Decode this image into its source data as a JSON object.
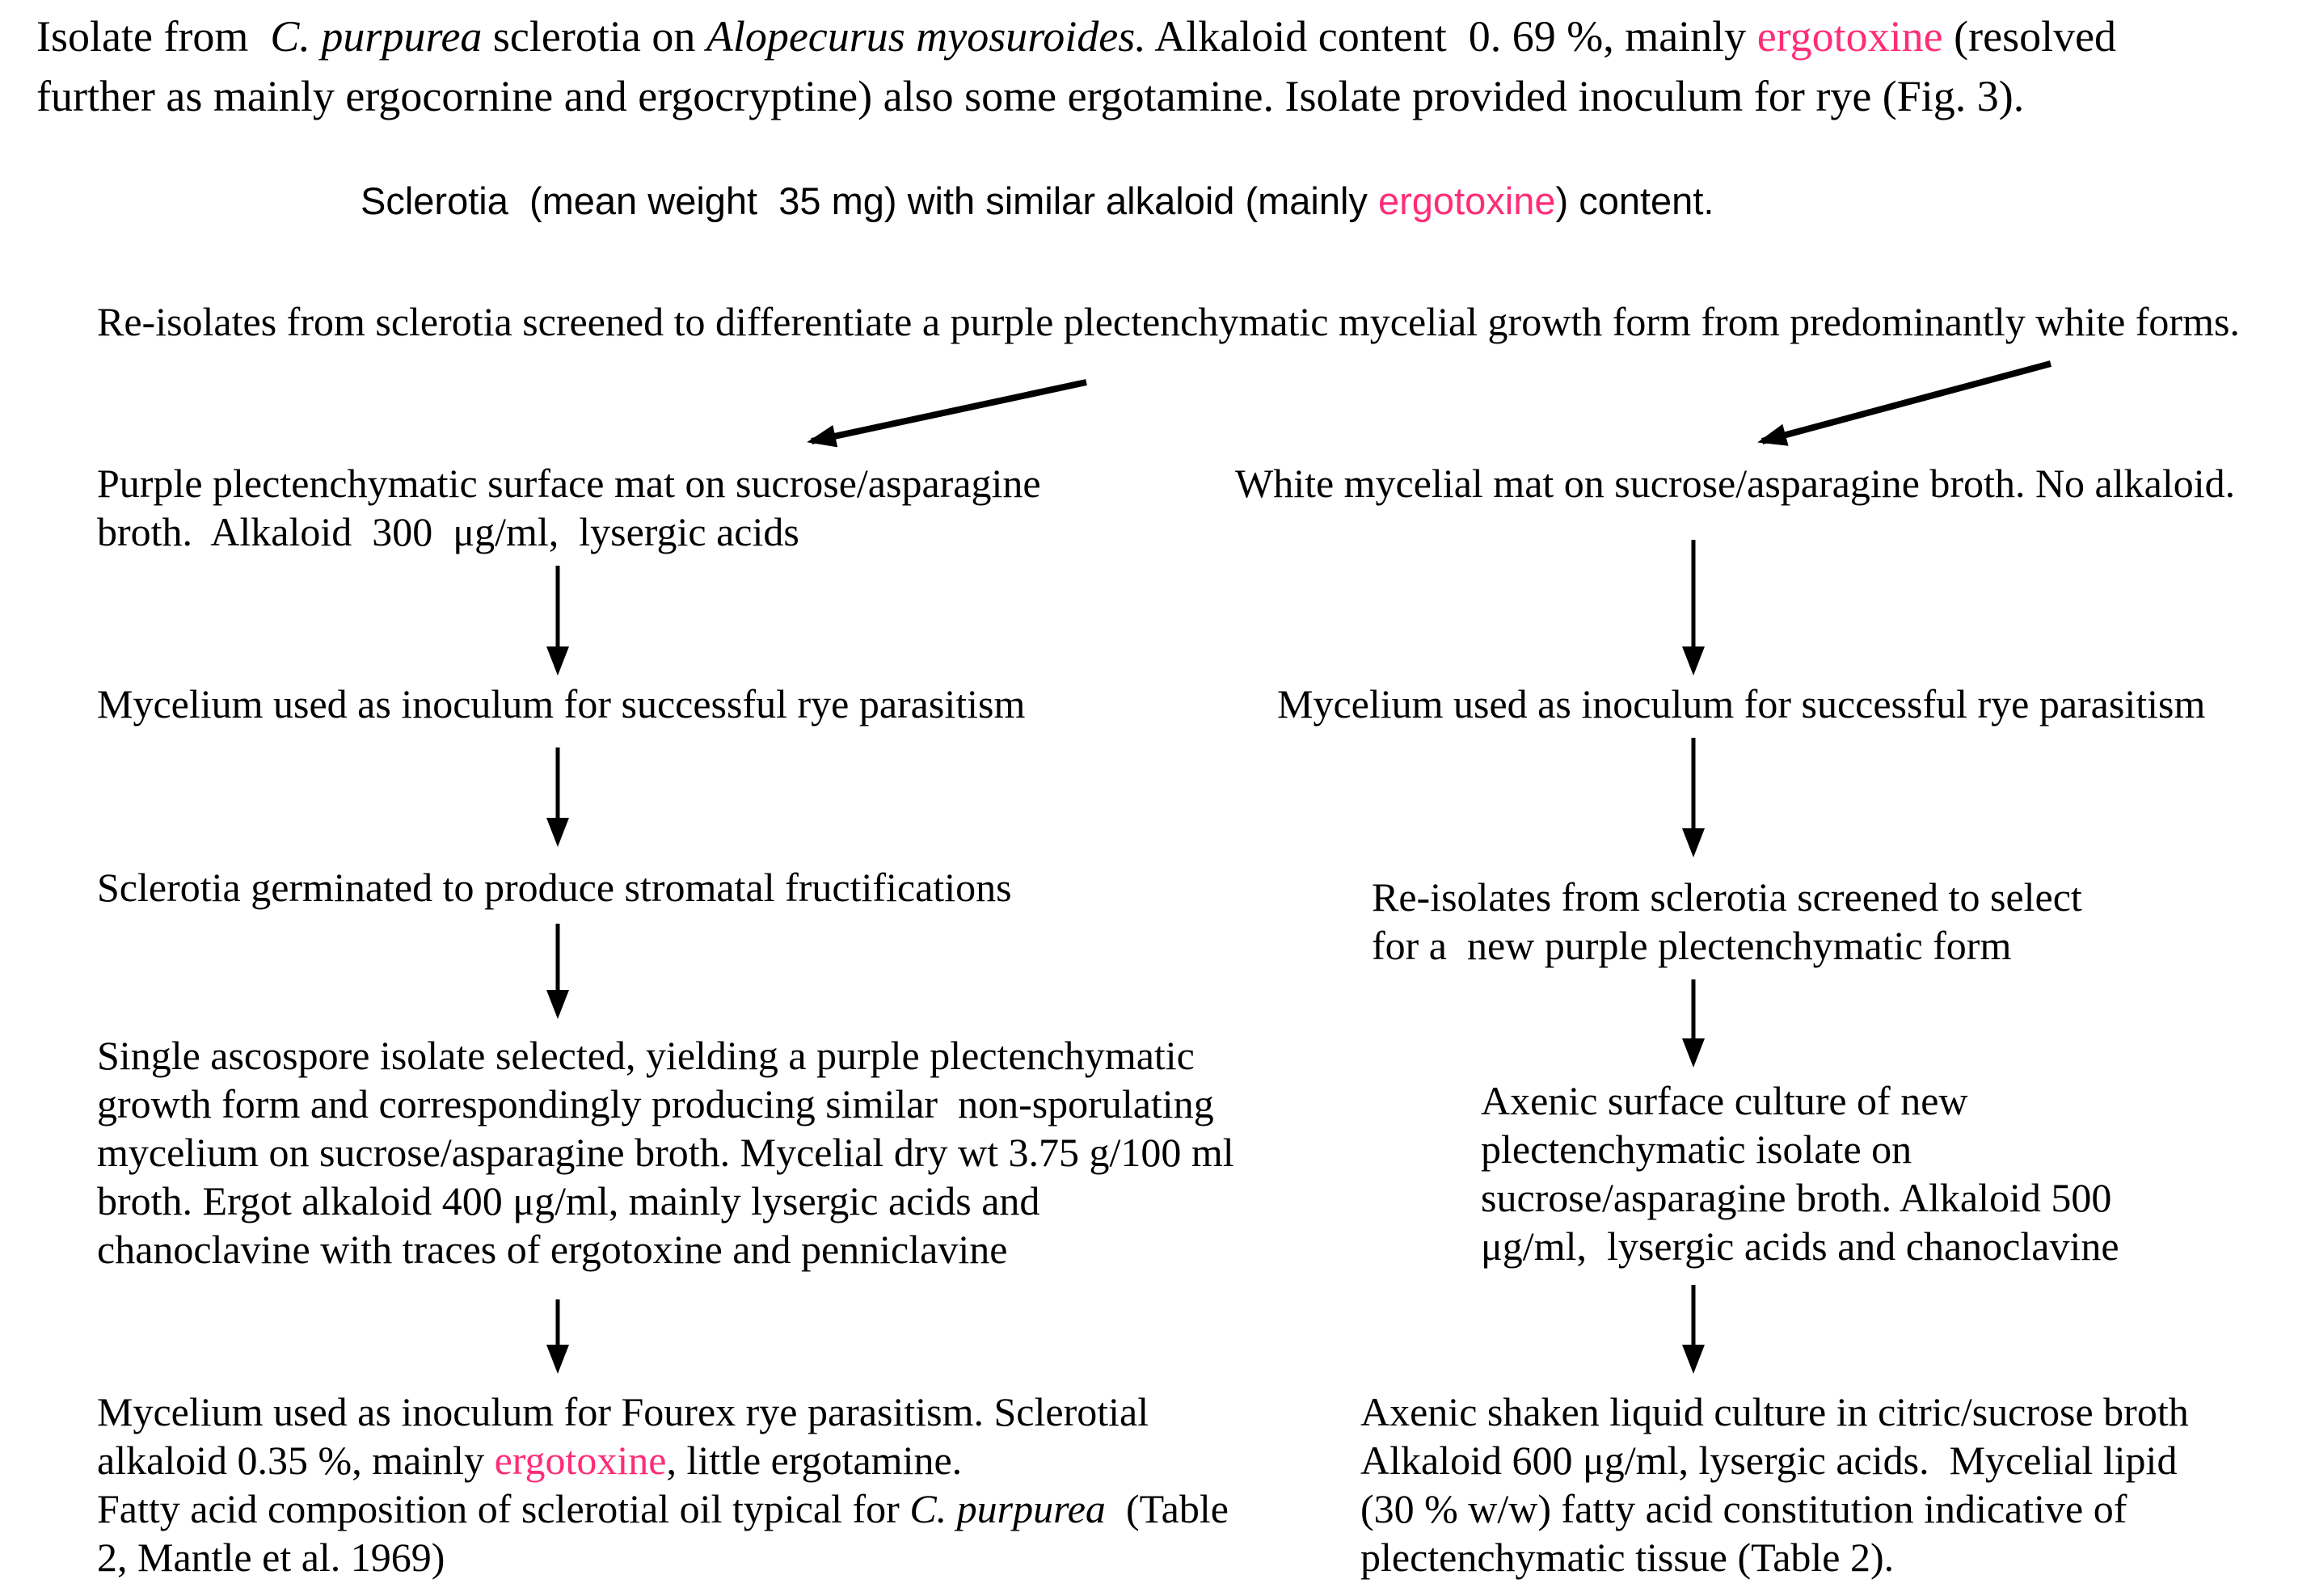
{
  "colors": {
    "background": "#ffffff",
    "text": "#000000",
    "highlight": "#ff2d78"
  },
  "header": {
    "segments": [
      {
        "t": "Isolate from  "
      },
      {
        "t": "C. purpurea",
        "style": "italic"
      },
      {
        "t": " sclerotia on "
      },
      {
        "t": "Alopecurus myosuroides.",
        "style": "italic"
      },
      {
        "t": " Alkaloid content  0. 69 %, mainly "
      },
      {
        "t": "ergotoxine",
        "style": "pink"
      },
      {
        "t": " (resolved\nfurther as mainly ergocornine and ergocryptine) also some ergotamine. Isolate provided inoculum for rye (Fig. 3)."
      }
    ]
  },
  "subtitle": {
    "segments": [
      {
        "t": "Sclerotia  (mean weight  35 mg) with similar alkaloid (mainly "
      },
      {
        "t": "ergotoxine",
        "style": "pink"
      },
      {
        "t": ") content."
      }
    ]
  },
  "screening_note": {
    "text": "Re-isolates from sclerotia screened to differentiate a purple plectenchymatic mycelial growth form from predominantly white forms."
  },
  "left_branch": {
    "steps": [
      {
        "label": "purple-mat",
        "text": "Purple plectenchymatic surface mat on sucrose/asparagine\nbroth.  Alkaloid  300  μg/ml,  lysergic acids"
      },
      {
        "label": "rye-parasitism",
        "text": "Mycelium used as inoculum for successful rye parasitism"
      },
      {
        "label": "sclerotia-germination",
        "text": "Sclerotia germinated to produce stromatal fructifications"
      },
      {
        "label": "single-ascospore",
        "text": "Single ascospore isolate selected, yielding a purple plectenchymatic\ngrowth form and correspondingly producing similar  non-sporulating\nmycelium on sucrose/asparagine broth. Mycelial dry wt 3.75 g/100 ml\nbroth. Ergot alkaloid 400 μg/ml, mainly lysergic acids and\nchanoclavine with traces of ergotoxine and penniclavine"
      },
      {
        "label": "fourex-parasitism",
        "segments": [
          {
            "t": "Mycelium used as inoculum for Fourex rye parasitism. Sclerotial\nalkaloid 0.35 %, mainly "
          },
          {
            "t": "ergotoxine",
            "style": "pink"
          },
          {
            "t": ", little ergotamine.\nFatty acid composition of sclerotial oil typical for "
          },
          {
            "t": "C. purpurea",
            "style": "italic"
          },
          {
            "t": "  (Table\n2, Mantle et al. 1969)"
          }
        ]
      }
    ]
  },
  "right_branch": {
    "steps": [
      {
        "label": "white-mat",
        "text": "White mycelial mat on sucrose/asparagine broth. No alkaloid."
      },
      {
        "label": "rye-parasitism",
        "text": "Mycelium used as inoculum for successful rye parasitism"
      },
      {
        "label": "reisolates-select",
        "text": "Re-isolates from sclerotia screened to select\nfor a  new purple plectenchymatic form"
      },
      {
        "label": "axenic-surface",
        "text": "Axenic surface culture of new\nplectenchymatic isolate on\nsucrose/asparagine broth. Alkaloid 500\nμg/ml,  lysergic acids and chanoclavine"
      },
      {
        "label": "axenic-shaken",
        "text": "Axenic shaken liquid culture in citric/sucrose broth\nAlkaloid 600 μg/ml, lysergic acids.  Mycelial lipid\n(30 % w/w) fatty acid constitution indicative of\nplectenchymatic tissue (Table 2)."
      }
    ]
  }
}
